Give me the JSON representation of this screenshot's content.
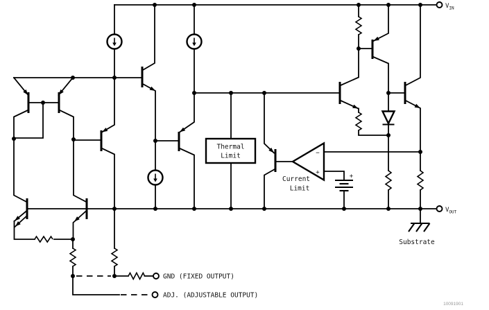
{
  "schematic": {
    "terminals": {
      "vin_main": "V",
      "vin_sub": "IN",
      "vout_main": "V",
      "vout_sub": "OUT",
      "gnd_label": "GND (FIXED OUTPUT)",
      "adj_label": "ADJ. (ADJUSTABLE OUTPUT)"
    },
    "thermal_limit": {
      "line1": "Thermal",
      "line2": "Limit"
    },
    "current_limit": {
      "line1": "Current",
      "line2": "Limit"
    },
    "comparator": {
      "minus_label": "−",
      "plus_label": "+"
    },
    "battery": {
      "plus_label": "+"
    },
    "substrate_label": "Substrate",
    "doc_number": "10091901",
    "colors": {
      "wire": "#000000",
      "background": "#ffffff",
      "doc_number_gray": "#999999"
    }
  }
}
